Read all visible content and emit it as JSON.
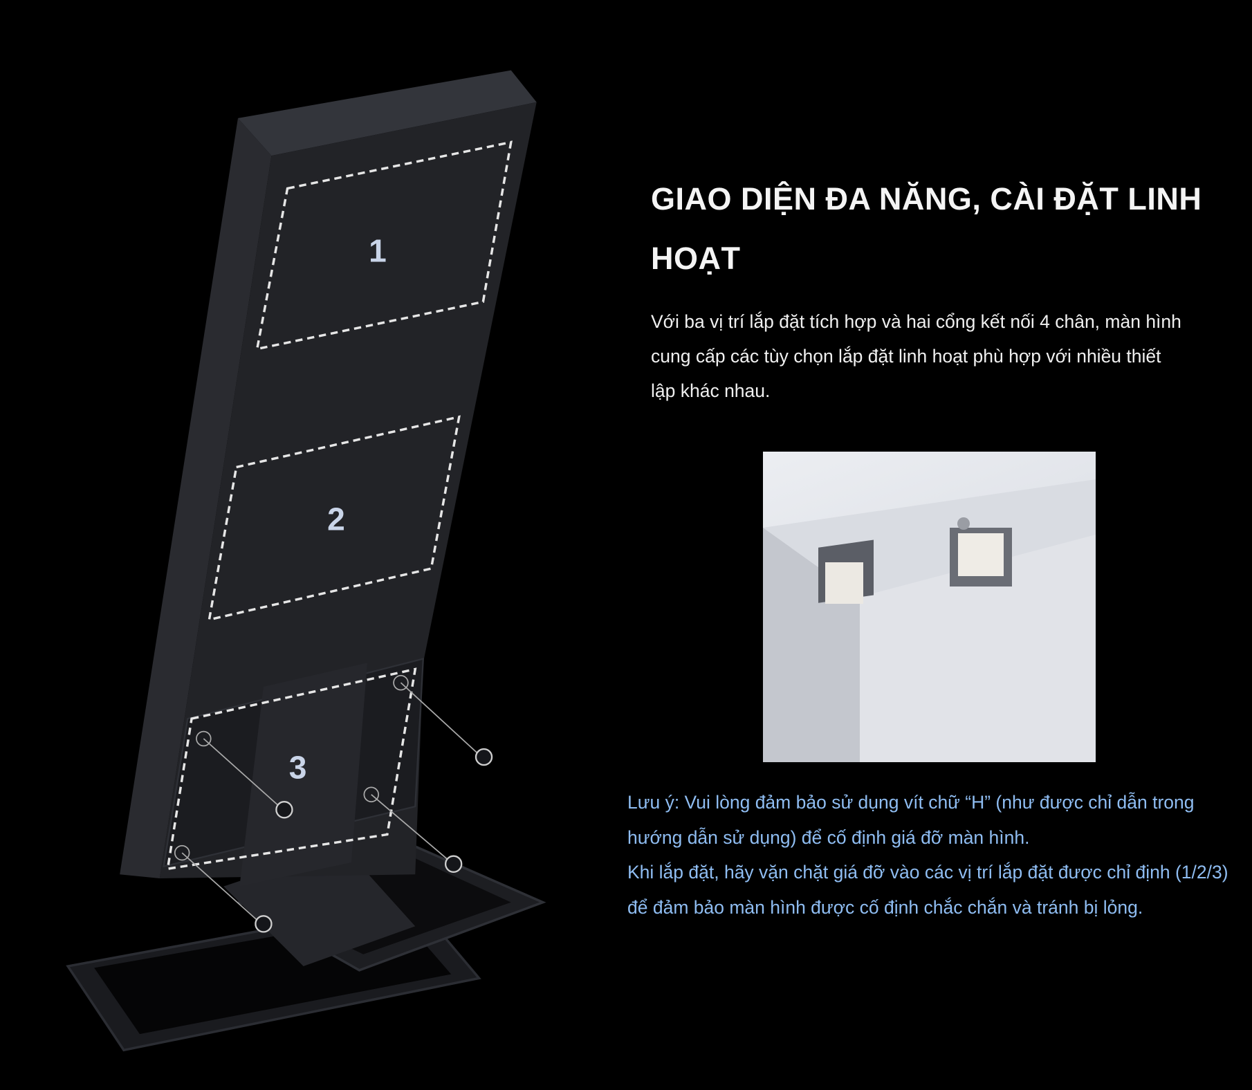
{
  "heading": "GIAO DIỆN ĐA NĂNG, CÀI ĐẶT LINH HOẠT",
  "description": "Với ba vị trí lắp đặt tích hợp và hai cổng kết nối 4 chân, màn hình cung cấp các tùy chọn lắp đặt linh hoạt phù hợp với nhiều thiết lập khác nhau.",
  "illustration": {
    "mount_labels": [
      "1",
      "2",
      "3"
    ]
  },
  "note": {
    "line1": "Lưu ý: Vui lòng đảm bảo sử dụng vít chữ “H” (như được chỉ dẫn trong hướng dẫn sử dụng) để cố định giá đỡ màn hình.",
    "line2": "Khi lắp đặt, hãy vặn chặt giá đỡ vào các vị trí lắp đặt được chỉ định (1/2/3) để đảm bảo màn hình được cố định chắc chắn và tránh bị lỏng."
  },
  "colors": {
    "background": "#000000",
    "note_text": "#8fbdf2",
    "label": "#c9d4e8"
  }
}
